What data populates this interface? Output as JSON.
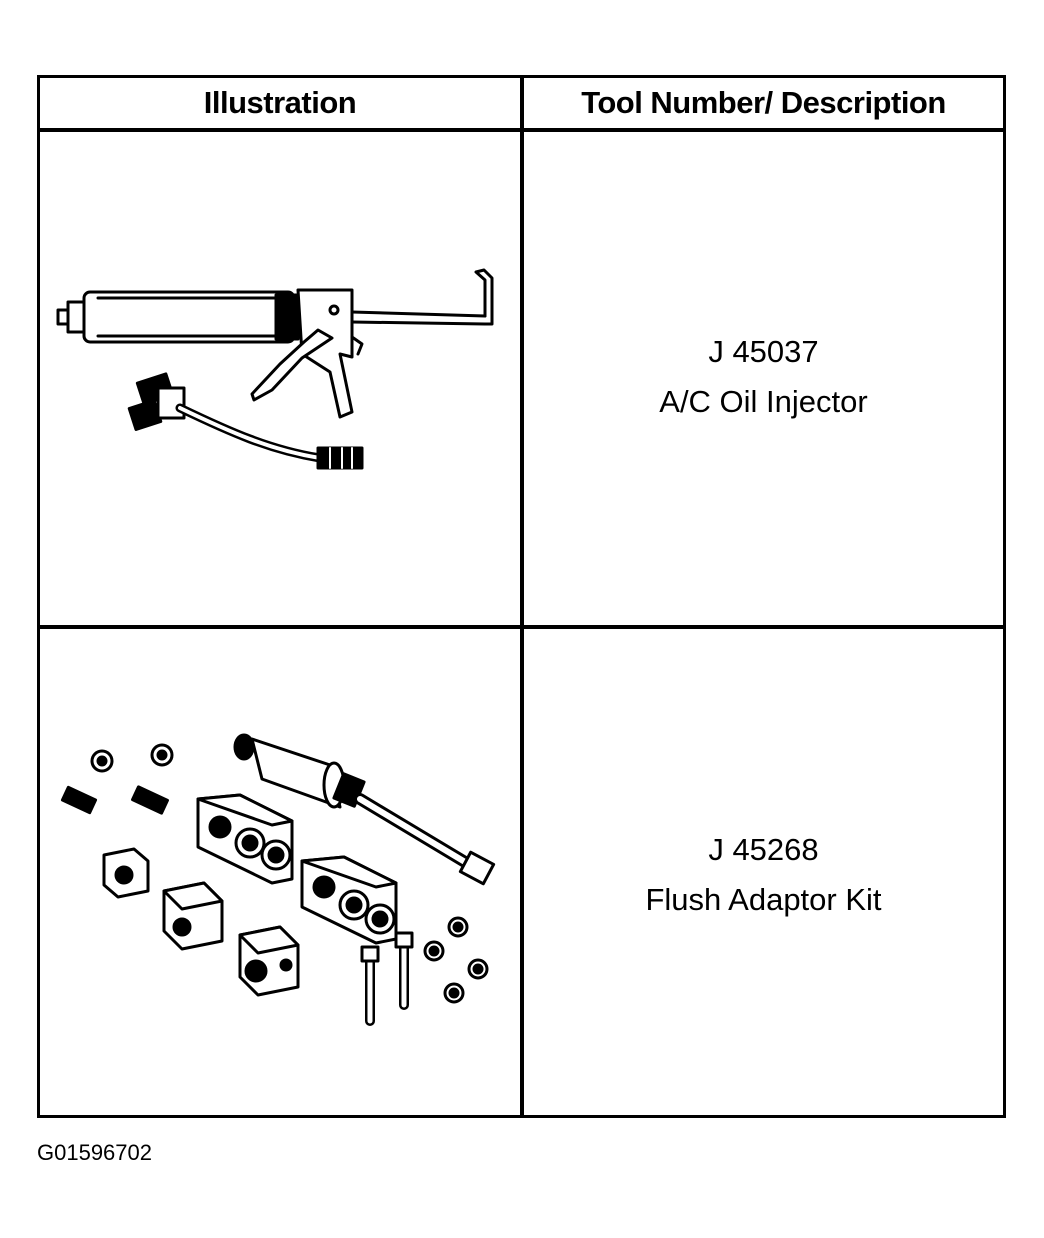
{
  "table": {
    "headers": {
      "illustration": "Illustration",
      "description": "Tool Number/ Description"
    },
    "rows": [
      {
        "tool_number": "J 45037",
        "description": "A/C Oil Injector",
        "illustration_icon": "oil-injector-gun-icon"
      },
      {
        "tool_number": "J 45268",
        "description": "Flush Adaptor Kit",
        "illustration_icon": "flush-adaptor-kit-icon"
      }
    ]
  },
  "figure_id": "G01596702"
}
